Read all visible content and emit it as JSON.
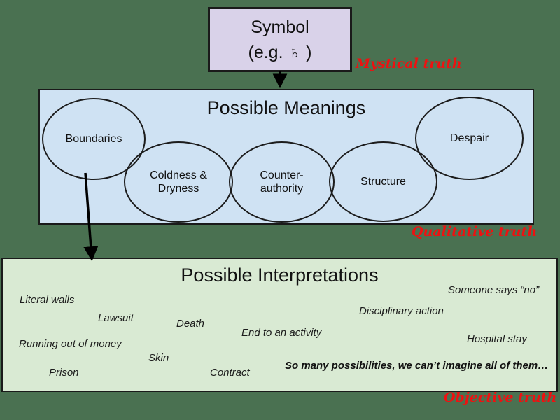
{
  "page": {
    "background_color": "#4a7151",
    "border_color": "#1a1a1a"
  },
  "symbol_box": {
    "line1": "Symbol",
    "line2": "(e.g. ♄ )",
    "glyph_name": "saturn-symbol",
    "background_color": "#d9d2e9"
  },
  "truth_labels": {
    "mystical": "Mystical truth",
    "qualitative": "Qualitative truth",
    "objective": "Objective truth",
    "color": "#ee1111"
  },
  "meanings": {
    "title": "Possible Meanings",
    "background_color": "#cfe2f3",
    "ellipses": [
      {
        "lines": [
          "Boundaries"
        ]
      },
      {
        "lines": [
          "Coldness &",
          "Dryness"
        ]
      },
      {
        "lines": [
          "Counter-",
          "authority"
        ]
      },
      {
        "lines": [
          "Structure"
        ]
      },
      {
        "lines": [
          "Despair"
        ]
      }
    ]
  },
  "interpretations": {
    "title": "Possible Interpretations",
    "background_color": "#d9ead3",
    "items": [
      "Literal walls",
      "Lawsuit",
      "Death",
      "End to an activity",
      "Someone says “no”",
      "Disciplinary action",
      "Hospital stay",
      "Running out of money",
      "Skin",
      "Prison",
      "Contract"
    ],
    "note": "So many possibilities, we can’t imagine all of them…"
  }
}
